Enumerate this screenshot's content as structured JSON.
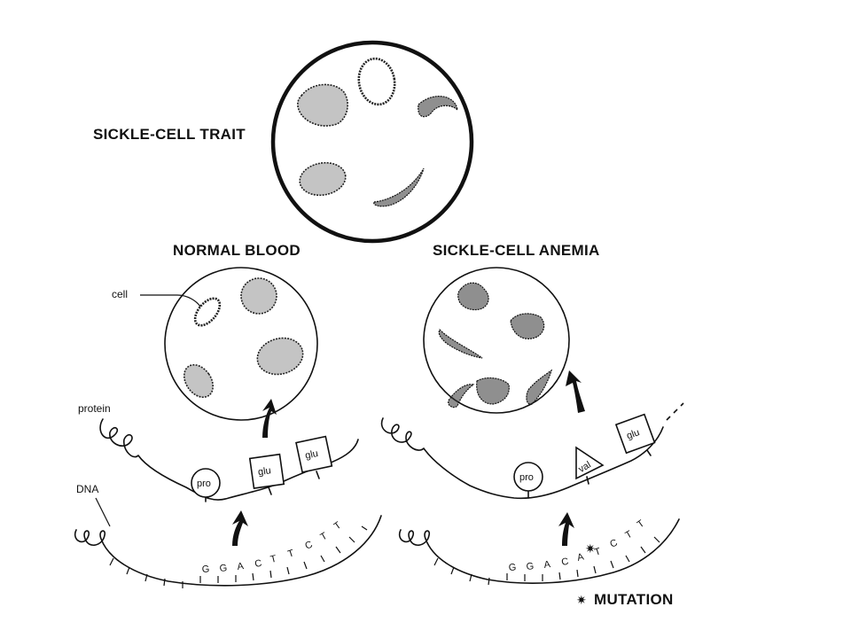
{
  "labels": {
    "sickle_cell_trait": "SICKLE-CELL TRAIT",
    "normal_blood": "NORMAL BLOOD",
    "sickle_cell_anemia": "SICKLE-CELL ANEMIA",
    "cell": "cell",
    "protein": "protein",
    "dna": "DNA",
    "mutation_marker": "✷",
    "mutation": "MUTATION"
  },
  "normal_chain": {
    "aa1": "pro",
    "aa2": "glu",
    "aa3": "glu",
    "dna_bases": [
      "G",
      "G",
      "A",
      "C",
      "T",
      "T",
      "C",
      "T",
      "T"
    ]
  },
  "anemia_chain": {
    "aa1": "pro",
    "aa2": "val",
    "aa3": "glu",
    "dna_bases": [
      "G",
      "G",
      "A",
      "C",
      "A",
      "T",
      "C",
      "T",
      "T"
    ],
    "mutation_symbol": "✷"
  },
  "colors": {
    "ink": "#111111",
    "background": "#ffffff"
  }
}
